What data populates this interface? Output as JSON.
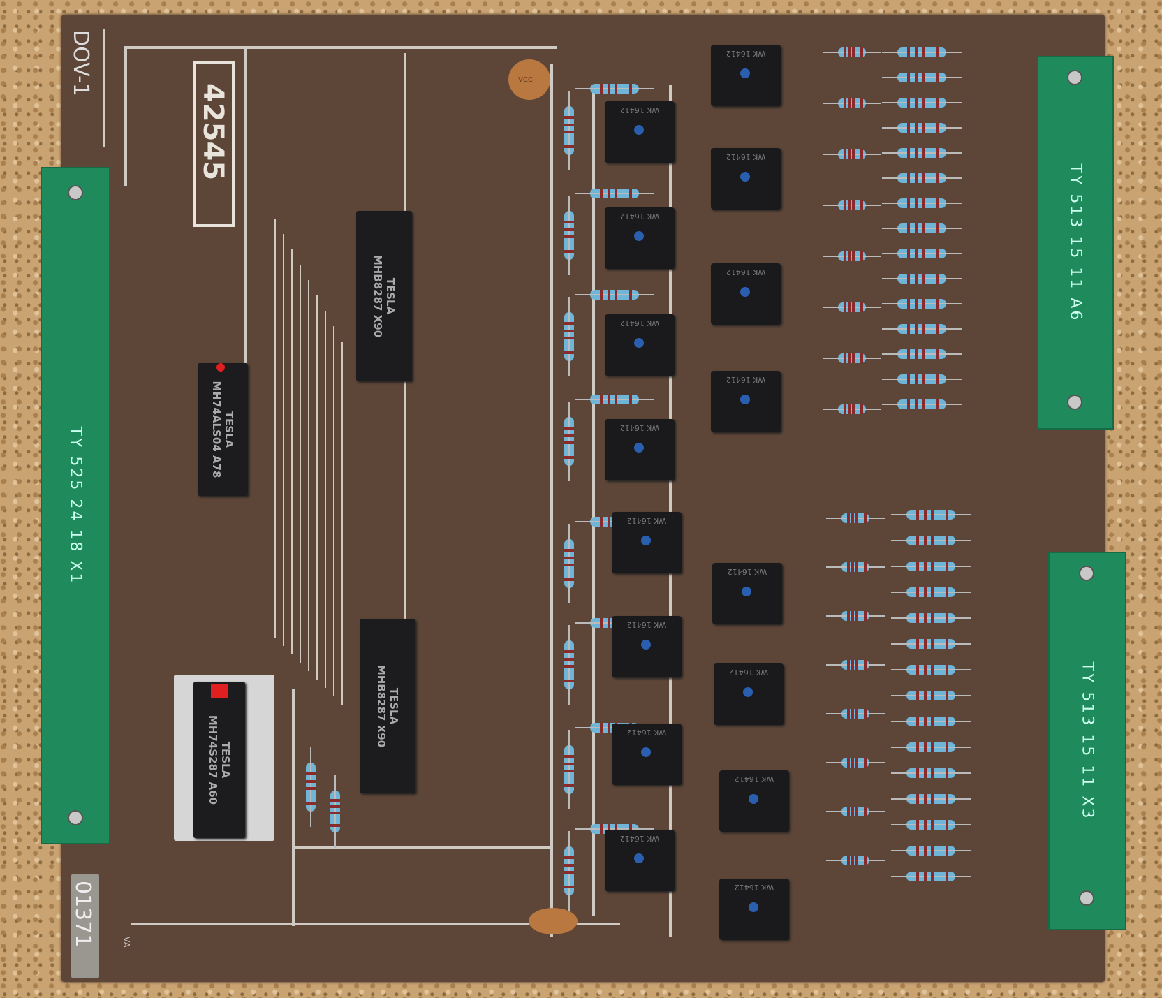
{
  "board": {
    "id_label": "DOV-1",
    "number": "42545",
    "serial": "01371",
    "corner_mark": "VA"
  },
  "connectors": {
    "left": "TY 525 24 18 X1",
    "right_top": "TY 513 15 11 A6",
    "right_bottom": "TY 513 15 11 X3"
  },
  "chips": [
    {
      "brand": "TESLA",
      "part": "MH74ALS04",
      "code": "A78"
    },
    {
      "brand": "TESLA",
      "part": "MHB8287",
      "code": "X90"
    },
    {
      "brand": "TESLA",
      "part": "MHB8287",
      "code": "X90"
    },
    {
      "brand": "TESLA",
      "part": "MH74S287",
      "code": "A60"
    }
  ],
  "relay_label": "WK 16412",
  "capacitor_label": "VCC",
  "colors": {
    "pcb": "#5d4637",
    "connector": "#1f8a5c",
    "resistor": "#6fb5d8",
    "trace": "#cfcbc4"
  }
}
